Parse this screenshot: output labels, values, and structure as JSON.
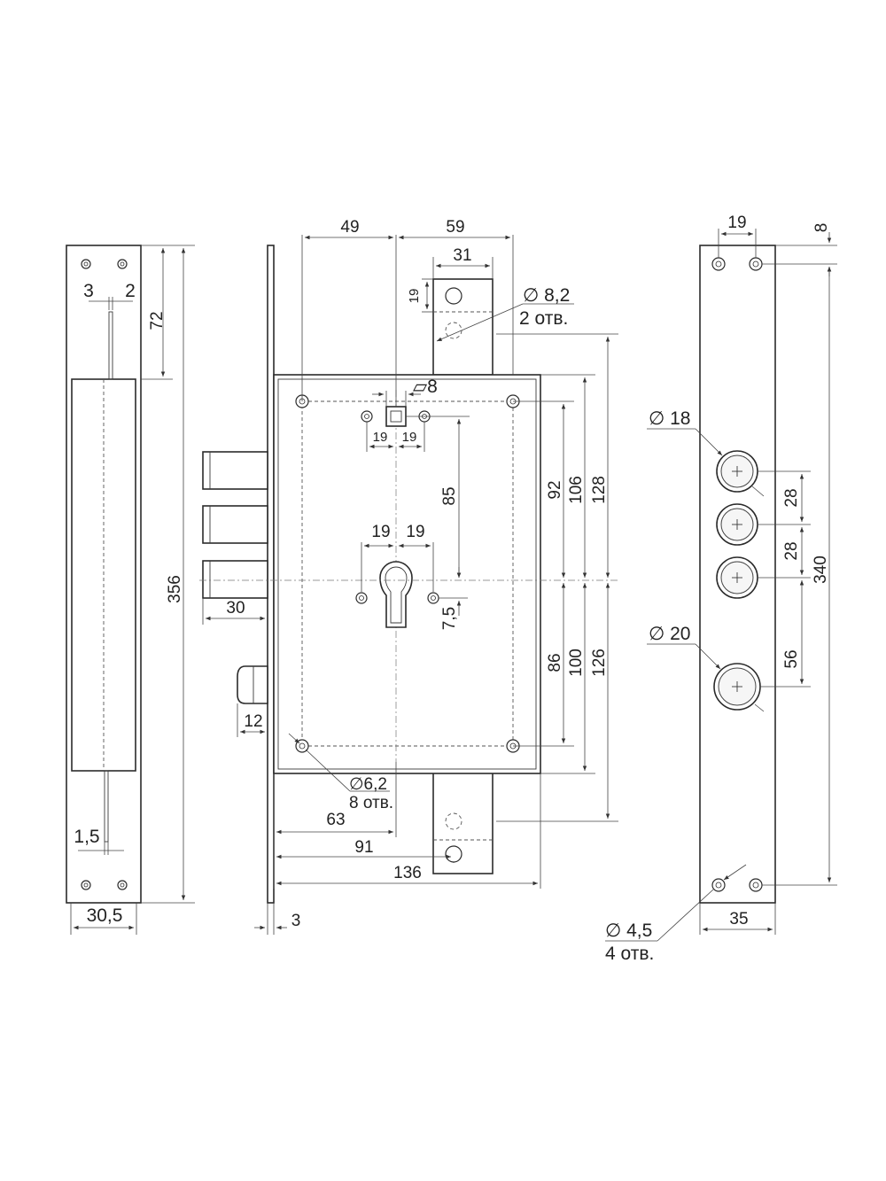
{
  "labels": {
    "side_width": "30,5",
    "side_height": "356",
    "side_top": "72",
    "side_gap_left": "3",
    "side_gap_right": "2",
    "side_slot": "1,5",
    "left_49": "49",
    "top_59": "59",
    "top_31": "31",
    "top_19": "19",
    "hole_82": "∅ 8,2",
    "holes_2": "2 отв.",
    "square_8": "▱8",
    "spindle_19a": "19",
    "spindle_19b": "19",
    "v_85": "85",
    "cyl_19a": "19",
    "cyl_19b": "19",
    "v_75": "7,5",
    "v_92": "92",
    "v_106": "106",
    "v_128": "128",
    "v_86": "86",
    "v_100": "100",
    "v_126": "126",
    "bolt_30": "30",
    "latch_12": "12",
    "hole_62": "∅6,2",
    "holes_8": "8 отв.",
    "h_63": "63",
    "h_91": "91",
    "h_136": "136",
    "plate_3": "3",
    "fp_19": "19",
    "fp_8": "8",
    "fp_d18": "∅ 18",
    "fp_28a": "28",
    "fp_28b": "28",
    "fp_340": "340",
    "fp_d20": "∅ 20",
    "fp_56": "56",
    "fp_35": "35",
    "fp_d45": "∅ 4,5",
    "fp_holes_4": "4 отв."
  }
}
